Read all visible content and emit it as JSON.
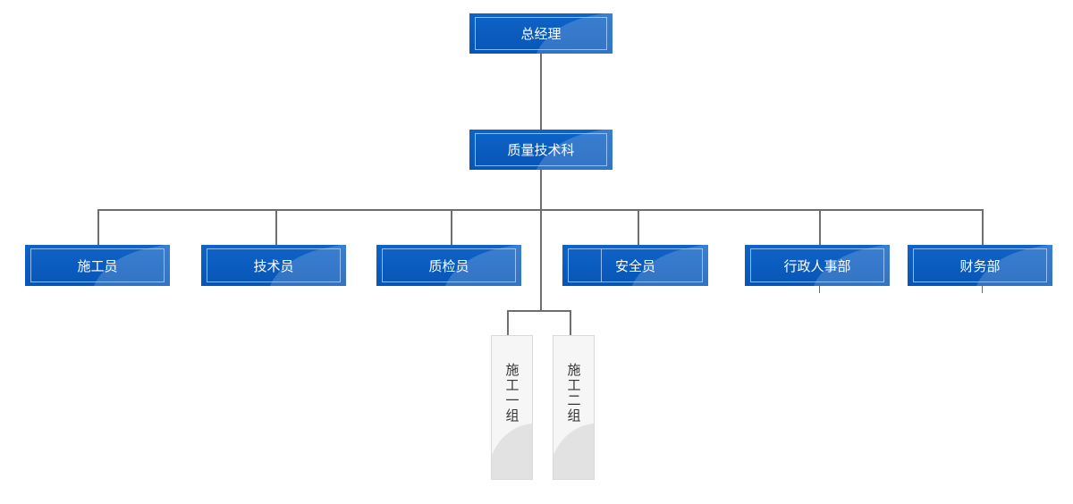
{
  "chart": {
    "root": {
      "label": "总经理"
    },
    "level2": {
      "label": "质量技术科"
    },
    "level3": [
      {
        "id": "worker",
        "label": "施工员"
      },
      {
        "id": "tech",
        "label": "技术员"
      },
      {
        "id": "qc",
        "label": "质检员"
      },
      {
        "id": "safety",
        "label": "安全员"
      },
      {
        "id": "admin-hr",
        "label": "行政人事部"
      },
      {
        "id": "finance",
        "label": "财务部"
      }
    ],
    "teams": [
      {
        "id": "team-1",
        "label": "施工一组"
      },
      {
        "id": "team-2",
        "label": "施工二组"
      }
    ]
  },
  "colors": {
    "node_fill": "#0a5bbf",
    "node_frame": "#aacdfa",
    "team_fill": "#f6f6f6",
    "connector": "#6e6e6e"
  }
}
